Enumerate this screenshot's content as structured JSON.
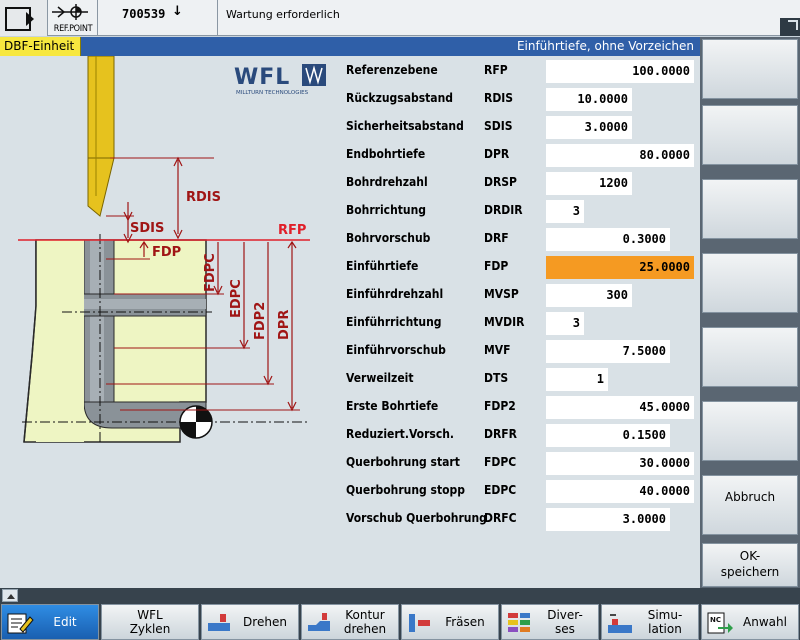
{
  "topbar": {
    "ref_point_label": "REF.POINT",
    "alarm_number": "700539",
    "alarm_arrow": "↓",
    "message": "Wartung erforderlich"
  },
  "title": {
    "left": "DBF-Einheit",
    "right": "Einführtiefe, ohne Vorzeichen"
  },
  "graphic": {
    "logo_text": "WFL",
    "logo_subtitle": "MILLTURN TECHNOLOGIES",
    "labels": {
      "rdis": "RDIS",
      "sdis": "SDIS",
      "fdp": "FDP",
      "rfp": "RFP",
      "fdpc": "FDPC",
      "edpc": "EDPC",
      "fdp2": "FDP2",
      "dpr": "DPR"
    }
  },
  "params": [
    {
      "label": "Referenzebene",
      "code": "RFP",
      "value": "100.0000",
      "field": "wide",
      "active": false
    },
    {
      "label": "Rückzugsabstand",
      "code": "RDIS",
      "value": "10.0000",
      "field": "mid",
      "active": false
    },
    {
      "label": "Sicherheitsabstand",
      "code": "SDIS",
      "value": "3.0000",
      "field": "mid",
      "active": false
    },
    {
      "label": "Endbohrtiefe",
      "code": "DPR",
      "value": "80.0000",
      "field": "wide",
      "active": false
    },
    {
      "label": "Bohrdrehzahl",
      "code": "DRSP",
      "value": "1200",
      "field": "mid",
      "active": false
    },
    {
      "label": "Bohrrichtung",
      "code": "DRDIR",
      "value": "3",
      "field": "short",
      "active": false
    },
    {
      "label": "Bohrvorschub",
      "code": "DRF",
      "value": "0.3000",
      "field": "long",
      "active": false
    },
    {
      "label": "Einführtiefe",
      "code": "FDP",
      "value": "25.0000",
      "field": "wide",
      "active": true
    },
    {
      "label": "Einführdrehzahl",
      "code": "MVSP",
      "value": "300",
      "field": "mid",
      "active": false
    },
    {
      "label": "Einführrichtung",
      "code": "MVDIR",
      "value": "3",
      "field": "short",
      "active": false
    },
    {
      "label": "Einführvorschub",
      "code": "MVF",
      "value": "7.5000",
      "field": "long",
      "active": false
    },
    {
      "label": "Verweilzeit",
      "code": "DTS",
      "value": "1",
      "field": "tiny",
      "active": false
    },
    {
      "label": "Erste Bohrtiefe",
      "code": "FDP2",
      "value": "45.0000",
      "field": "wide",
      "active": false
    },
    {
      "label": "Reduziert.Vorsch.",
      "code": "DRFR",
      "value": "0.1500",
      "field": "long",
      "active": false
    },
    {
      "label": "Querbohrung start",
      "code": "FDPC",
      "value": "30.0000",
      "field": "wide",
      "active": false
    },
    {
      "label": "Querbohrung stopp",
      "code": "EDPC",
      "value": "40.0000",
      "field": "wide",
      "active": false
    },
    {
      "label": "Vorschub Querbohrung",
      "code": "DRFC",
      "value": "3.0000",
      "field": "long",
      "active": false
    }
  ],
  "vertical_keys": {
    "k1": "",
    "k2": "",
    "k3": "",
    "k4": "",
    "k5": "",
    "k6": "",
    "abbruch": "Abbruch",
    "ok_line1": "OK-",
    "ok_line2": "speichern"
  },
  "horizontal_keys": [
    {
      "label1": "Edit",
      "label2": "",
      "icon": "edit-icon"
    },
    {
      "label1": "WFL",
      "label2": "Zyklen",
      "icon": ""
    },
    {
      "label1": "Drehen",
      "label2": "",
      "icon": "turning-icon"
    },
    {
      "label1": "Kontur",
      "label2": "drehen",
      "icon": "contour-turning-icon"
    },
    {
      "label1": "Fräsen",
      "label2": "",
      "icon": "milling-icon"
    },
    {
      "label1": "Diver-",
      "label2": "ses",
      "icon": "misc-icon"
    },
    {
      "label1": "Simu-",
      "label2": "lation",
      "icon": "simulation-icon"
    },
    {
      "label1": "Anwahl",
      "label2": "",
      "icon": "nc-select-icon"
    }
  ],
  "colors": {
    "accent": "#2f5fa8",
    "active_field": "#f59a22",
    "dimension": "#a01515",
    "rfp_line": "#e0202a",
    "tool": "#e6c21e",
    "workpiece": "#eef5c3",
    "selected_key": "#1f73cc"
  }
}
